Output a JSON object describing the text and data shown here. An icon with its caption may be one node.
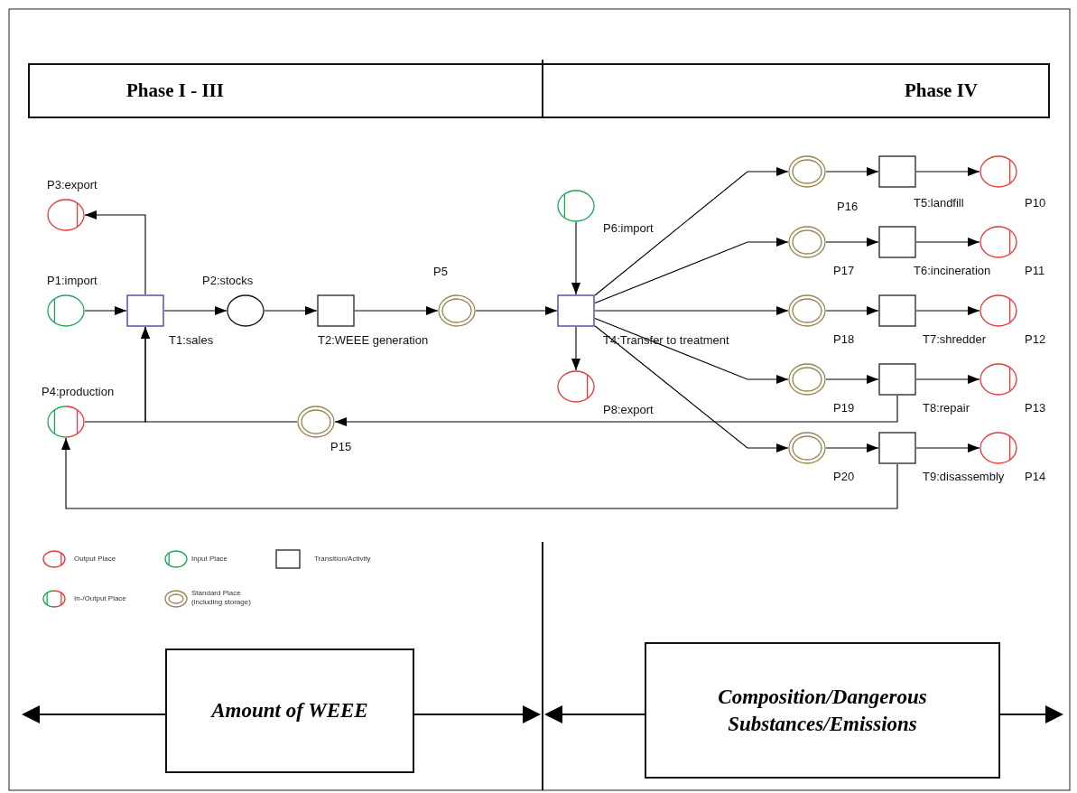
{
  "diagram": {
    "nodes": [
      {
        "text": [
          "Phase I - III"
        ]
      },
      {
        "text": [
          "Phase IV"
        ]
      },
      {
        "text": [],
        "shape": "circle",
        "beside": [
          "P3:export"
        ]
      },
      {
        "text": [],
        "shape": "circle",
        "beside": [
          "P1:import"
        ]
      },
      {
        "text": [],
        "shape": "box",
        "beside": [
          "T1:sales"
        ]
      },
      {
        "text": [],
        "shape": "circle",
        "beside": [
          "P2:stocks"
        ]
      },
      {
        "text": [],
        "shape": "box",
        "beside": [
          "T2:WEEE generation"
        ]
      },
      {
        "text": [],
        "shape": "circle",
        "beside": [
          "P5"
        ]
      },
      {
        "text": [],
        "shape": "circle",
        "beside": [
          "P6:import"
        ]
      },
      {
        "text": [],
        "shape": "box",
        "beside": [
          "T4:Transfer to treatment"
        ]
      },
      {
        "text": [],
        "shape": "circle",
        "beside": [
          "P8:export"
        ]
      },
      {
        "text": [],
        "shape": "circle",
        "beside": [
          "P4:production"
        ]
      },
      {
        "text": [],
        "shape": "circle",
        "beside": [
          "P15"
        ]
      },
      {
        "text": [],
        "shape": "circle",
        "beside": [
          "P16"
        ]
      },
      {
        "text": [],
        "shape": "box",
        "beside": [
          "T5:landfill"
        ]
      },
      {
        "text": [],
        "shape": "circle",
        "beside": [
          "P10"
        ]
      },
      {
        "text": [],
        "shape": "circle",
        "beside": [
          "P17"
        ]
      },
      {
        "text": [],
        "shape": "box",
        "beside": [
          "T6:incineration"
        ]
      },
      {
        "text": [],
        "shape": "circle",
        "beside": [
          "P11"
        ]
      },
      {
        "text": [],
        "shape": "circle",
        "beside": [
          "P18"
        ]
      },
      {
        "text": [],
        "shape": "box",
        "beside": [
          "T7:shredder"
        ]
      },
      {
        "text": [],
        "shape": "circle",
        "beside": [
          "P12"
        ]
      },
      {
        "text": [],
        "shape": "circle",
        "beside": [
          "P19"
        ]
      },
      {
        "text": [],
        "shape": "box",
        "beside": [
          "T8:repair"
        ]
      },
      {
        "text": [],
        "shape": "circle",
        "beside": [
          "P13"
        ]
      },
      {
        "text": [],
        "shape": "circle",
        "beside": [
          "P20"
        ]
      },
      {
        "text": [],
        "shape": "box",
        "beside": [
          "T9:disassembly"
        ]
      },
      {
        "text": [],
        "shape": "circle",
        "beside": [
          "P14"
        ]
      },
      {
        "text": [
          "Amount of WEEE"
        ]
      },
      {
        "text": [
          "Composition/Dangerous Substances/Emissions"
        ]
      }
    ],
    "edges": [
      {
        "from": 3,
        "to": 4,
        "arrow": "to"
      },
      {
        "from": 4,
        "to": 5,
        "arrow": "to"
      },
      {
        "from": 5,
        "to": 6,
        "arrow": "to"
      },
      {
        "from": 6,
        "to": 7,
        "arrow": "to"
      },
      {
        "from": 7,
        "to": 9,
        "arrow": "to"
      },
      {
        "from": 8,
        "to": 9,
        "arrow": "to"
      },
      {
        "from": 9,
        "to": 10,
        "arrow": "to"
      },
      {
        "from": 4,
        "to": 2,
        "arrow": "to"
      },
      {
        "from": 11,
        "to": 4,
        "arrow": "to"
      },
      {
        "from": 12,
        "to": 4,
        "arrow": "to"
      },
      {
        "from": 23,
        "to": 12,
        "arrow": "to"
      },
      {
        "from": 26,
        "to": 11,
        "arrow": "to"
      },
      {
        "from": 9,
        "to": 13,
        "arrow": "to"
      },
      {
        "from": 9,
        "to": 16,
        "arrow": "to"
      },
      {
        "from": 9,
        "to": 19,
        "arrow": "to"
      },
      {
        "from": 9,
        "to": 22,
        "arrow": "to"
      },
      {
        "from": 9,
        "to": 25,
        "arrow": "to"
      },
      {
        "from": 13,
        "to": 14,
        "arrow": "to"
      },
      {
        "from": 14,
        "to": 15,
        "arrow": "to"
      },
      {
        "from": 16,
        "to": 17,
        "arrow": "to"
      },
      {
        "from": 17,
        "to": 18,
        "arrow": "to"
      },
      {
        "from": 19,
        "to": 20,
        "arrow": "to"
      },
      {
        "from": 20,
        "to": 21,
        "arrow": "to"
      },
      {
        "from": 22,
        "to": 23,
        "arrow": "to"
      },
      {
        "from": 23,
        "to": 24,
        "arrow": "to"
      },
      {
        "from": 25,
        "to": 26,
        "arrow": "to"
      },
      {
        "from": 26,
        "to": 27,
        "arrow": "to"
      }
    ],
    "legend": [
      {
        "text": "Output Place"
      },
      {
        "text": "Input Place"
      },
      {
        "text": "Transition/Activity"
      },
      {
        "text": "In-/Output Place"
      },
      {
        "text": "Standard Place (including storage)"
      }
    ]
  }
}
